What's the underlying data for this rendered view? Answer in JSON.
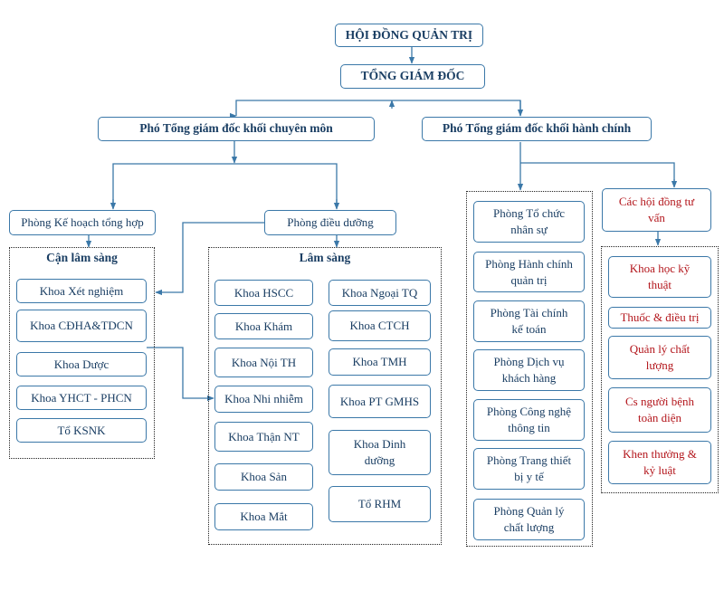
{
  "colors": {
    "line": "#3b78a8",
    "text": "#1a3e63",
    "advisory_text": "#b3161c",
    "group_border": "#222222"
  },
  "board": "HỘI ĐỒNG QUẢN TRỊ",
  "ceo": "TỔNG GIÁM ĐỐC",
  "deputy_medical": "Phó Tổng giám đốc khối chuyên môn",
  "deputy_admin": "Phó Tổng giám đốc khối hành chính",
  "planning_dept": "Phòng Kế hoạch tổng hợp",
  "nursing_dept": "Phòng điều dưỡng",
  "paraclinical": {
    "title": "Cận lâm sàng",
    "items": [
      "Khoa Xét nghiệm",
      "Khoa CĐHA&TDCN",
      "Khoa Dược",
      "Khoa YHCT - PHCN",
      "Tổ KSNK"
    ]
  },
  "clinical": {
    "title": "Lâm sàng",
    "left": [
      "Khoa HSCC",
      "Khoa Khám",
      "Khoa Nội TH",
      "Khoa Nhi nhiễm",
      "Khoa Thận NT",
      "Khoa Sản",
      "Khoa Mắt"
    ],
    "right": [
      "Khoa Ngoại TQ",
      "Khoa CTCH",
      "Khoa TMH",
      "Khoa PT GMHS",
      "Khoa Dinh dưỡng",
      "Tổ RHM"
    ]
  },
  "admin_depts": [
    "Phòng Tổ chức nhân sự",
    "Phòng Hành chính quản trị",
    "Phòng Tài chính kế toán",
    "Phòng Dịch vụ khách hàng",
    "Phòng Công nghệ thông tin",
    "Phòng Trang thiết bị y tế",
    "Phòng Quản lý chất lượng"
  ],
  "advisory": {
    "title": "Các hội đồng tư vấn",
    "items": [
      "Khoa học kỹ thuật",
      "Thuốc & điều trị",
      "Quản lý chất lượng",
      "Cs người bệnh toàn diện",
      "Khen thưởng & kỷ luật"
    ]
  }
}
